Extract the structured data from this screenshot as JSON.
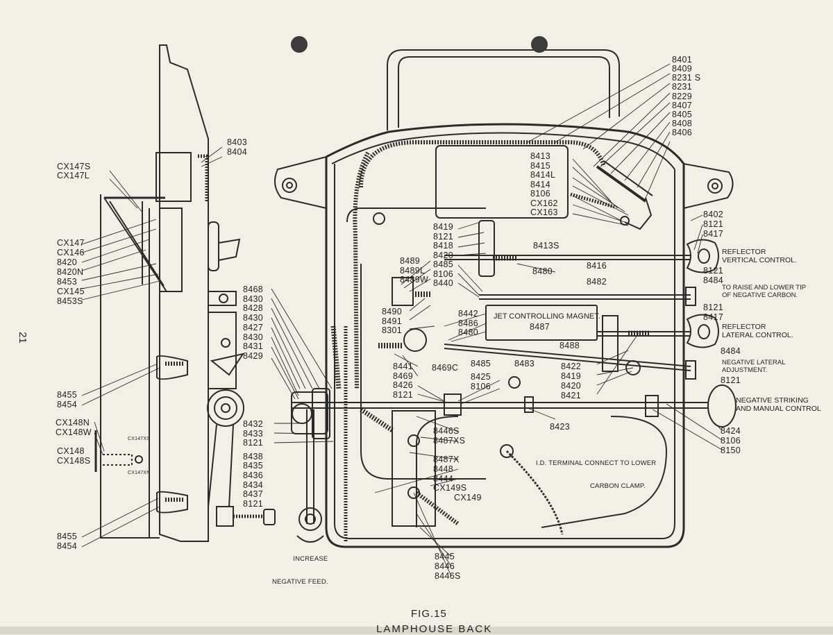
{
  "page_number": "21",
  "figure": {
    "title": "FIG.15",
    "subtitle": "LAMPHOUSE BACK"
  },
  "labels": {
    "top_right_col": [
      "8401",
      "8409",
      "8231 S",
      "8231",
      "8229",
      "8407",
      "8405",
      "8408",
      "8406"
    ],
    "arm_col": [
      "8413",
      "8415",
      "8414L",
      "8414",
      "8106",
      "CX162",
      "CX163"
    ],
    "left_col_a": [
      "CX147S",
      "CX147L"
    ],
    "left_col_b": [
      "CX147",
      "CX146",
      "8420",
      "8420N",
      "8453",
      "CX145",
      "8453S"
    ],
    "left_col_c": [
      "8455",
      "8454"
    ],
    "left_col_d": [
      "CX148N",
      "CX148W"
    ],
    "left_col_e": [
      "CX148",
      "CX148S"
    ],
    "left_col_f": [
      "8455",
      "8454"
    ],
    "top_left": [
      "8403",
      "8404"
    ],
    "mid_col_a": [
      "8468",
      "8430",
      "8428",
      "8430",
      "8427",
      "8430",
      "8431",
      "8429"
    ],
    "mid_col_b": [
      "8432",
      "8433",
      "8121",
      "8438",
      "8435",
      "8436",
      "8434",
      "8437",
      "8121"
    ],
    "center_col_a": [
      "8419",
      "8121",
      "8418",
      "8420",
      "8485",
      "8106",
      "8440"
    ],
    "center_col_b": [
      "8489",
      "8489L",
      "8489W"
    ],
    "center_col_c": [
      "8490",
      "8491",
      "8301"
    ],
    "center_col_d": [
      "8442",
      "8486",
      "8480"
    ],
    "center_col_e": [
      "8441",
      "8469",
      "8426",
      "8121"
    ],
    "center_col_f": [
      "8425",
      "8106"
    ],
    "right_col_a": [
      "8402",
      "8121",
      "8417"
    ],
    "right_col_b": [
      "8121",
      "8484"
    ],
    "right_col_c": [
      "8121",
      "8417"
    ],
    "right_col_d": [
      "8422",
      "8419",
      "8420",
      "8421"
    ],
    "right_col_e": [
      "8484"
    ],
    "right_col_f": [
      "8424",
      "8106",
      "8150"
    ],
    "bottom_col_a": [
      "8446S",
      "8487XS"
    ],
    "bottom_col_b": [
      "8487X",
      "8448",
      "8444"
    ],
    "bottom_col_c": [
      "CX149S"
    ],
    "bottom_col_d": [
      "8445",
      "8446",
      "8446S"
    ],
    "singles": {
      "l8413S": "8413S",
      "l8416": "8416",
      "l8480": "8480",
      "l8482": "8482",
      "l8487": "8487",
      "l8488": "8488",
      "l8483": "8483",
      "l8485": "8485",
      "l8469C": "8469C",
      "l8423": "8423",
      "lCX149": "CX149",
      "l8121r": "8121"
    },
    "callouts": {
      "reflector_vertical": [
        "REFLECTOR",
        "VERTICAL CONTROL."
      ],
      "raise_lower": [
        "TO RAISE AND LOWER TIP",
        "OF NEGATIVE CARBON."
      ],
      "reflector_lateral": [
        "REFLECTOR",
        "LATERAL CONTROL."
      ],
      "negative_lateral": [
        "NEGATIVE LATERAL",
        "ADJUSTMENT."
      ],
      "negative_striking": [
        "NEGATIVE STRIKING",
        "AND MANUAL CONTROL"
      ],
      "jet_magnet": "JET CONTROLLING MAGNET.",
      "terminal": [
        "I.D. TERMINAL CONNECT TO LOWER",
        "CARBON CLAMP."
      ],
      "increase_feed": [
        "INCREASE",
        "NEGATIVE FEED."
      ],
      "small_cx147xs": "CX147XS",
      "small_cx147xn": "CX147XN"
    }
  }
}
